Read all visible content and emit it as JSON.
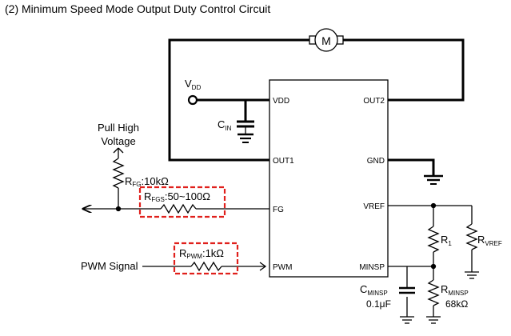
{
  "title": "(2) Minimum Speed Mode Output Duty Control Circuit",
  "colors": {
    "wire": "#000000",
    "highlight": "#e0201c"
  },
  "motor": {
    "label": "M"
  },
  "supply": {
    "main": "V",
    "sub": "DD"
  },
  "cin": {
    "main": "C",
    "sub": "IN"
  },
  "pull_high": {
    "line1": "Pull High",
    "line2": "Voltage"
  },
  "rfg": {
    "main": "R",
    "sub": "FG",
    "value": ":10kΩ"
  },
  "rfgs": {
    "main": "R",
    "sub": "FGS",
    "value": ":50~100Ω"
  },
  "rpwm": {
    "main": "R",
    "sub": "PWM",
    "value": ":1kΩ"
  },
  "pwm_signal": "PWM Signal",
  "ic": {
    "left_pins": [
      "VDD",
      "OUT1",
      "FG",
      "PWM"
    ],
    "right_pins": [
      "OUT2",
      "GND",
      "VREF",
      "MINSP"
    ]
  },
  "r1": {
    "main": "R",
    "sub": "1"
  },
  "rvref": {
    "main": "R",
    "sub": "VREF"
  },
  "cminsp": {
    "main": "C",
    "sub": "MINSP",
    "value": "0.1μF"
  },
  "rminsp": {
    "main": "R",
    "sub": "MINSP",
    "value": "68kΩ"
  }
}
